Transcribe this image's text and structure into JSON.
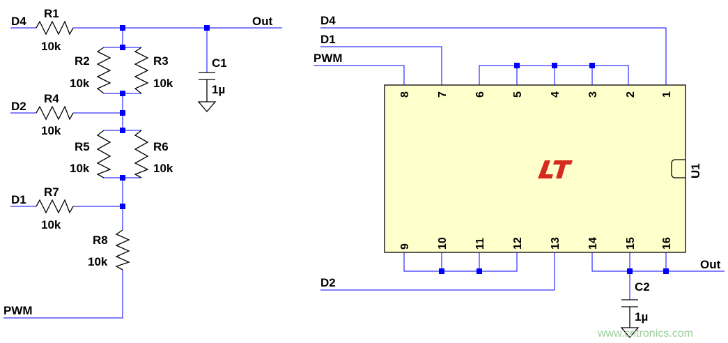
{
  "left_circuit": {
    "nets": {
      "d4": "D4",
      "d2": "D2",
      "d1": "D1",
      "pwm": "PWM",
      "out": "Out"
    },
    "resistors": [
      {
        "ref": "R1",
        "value": "10k"
      },
      {
        "ref": "R2",
        "value": "10k"
      },
      {
        "ref": "R3",
        "value": "10k"
      },
      {
        "ref": "R4",
        "value": "10k"
      },
      {
        "ref": "R5",
        "value": "10k"
      },
      {
        "ref": "R6",
        "value": "10k"
      },
      {
        "ref": "R7",
        "value": "10k"
      },
      {
        "ref": "R8",
        "value": "10k"
      }
    ],
    "capacitor": {
      "ref": "C1",
      "value": "1µ"
    }
  },
  "right_circuit": {
    "nets": {
      "d4": "D4",
      "d1": "D1",
      "pwm": "PWM",
      "d2": "D2",
      "out": "Out"
    },
    "ic": {
      "ref": "U1",
      "logo": "LT",
      "logo_color": "#d42a1f",
      "pins_top": [
        "8",
        "7",
        "6",
        "5",
        "4",
        "3",
        "2",
        "1"
      ],
      "pins_bottom": [
        "9",
        "10",
        "11",
        "12",
        "13",
        "14",
        "15",
        "16"
      ],
      "body_color": "#ffffcc"
    },
    "capacitor": {
      "ref": "C2",
      "value": "1µ"
    }
  },
  "watermark": "www.cntronics.com",
  "colors": {
    "wire": "#0000ff",
    "junction": "#0000ff",
    "component": "#000000"
  }
}
